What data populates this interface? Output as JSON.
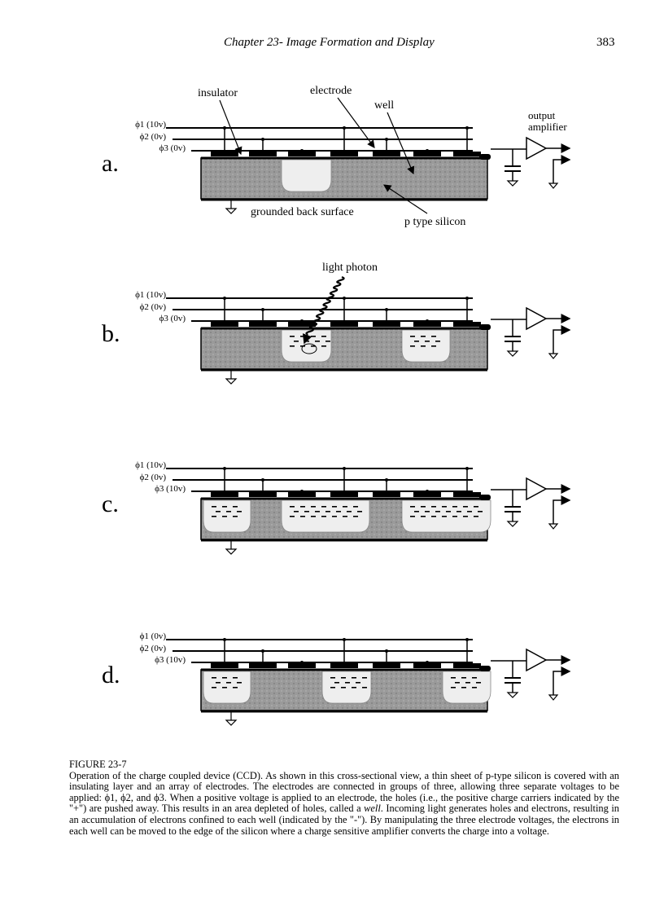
{
  "header": {
    "title": "Chapter 23- Image Formation and Display",
    "page_number": "383"
  },
  "labels": {
    "insulator": "insulator",
    "electrode": "electrode",
    "well": "well",
    "output1": "output",
    "output2": "amplifier",
    "grounded": "grounded back surface",
    "ptype": "p type silicon",
    "photon": "light photon"
  },
  "panels": [
    {
      "letter": "a.",
      "phi1": "ϕ1 (10v)",
      "phi2": "ϕ2 (0v)",
      "phi3": "ϕ3 (0v)"
    },
    {
      "letter": "b.",
      "phi1": "ϕ1 (10v)",
      "phi2": "ϕ2 (0v)",
      "phi3": "ϕ3 (0v)"
    },
    {
      "letter": "c.",
      "phi1": "ϕ1 (10v)",
      "phi2": "ϕ2 (0v)",
      "phi3": "ϕ3 (10v)"
    },
    {
      "letter": "d.",
      "phi1": "ϕ1 (0v)",
      "phi2": "ϕ2 (0v)",
      "phi3": "ϕ3 (10v)"
    }
  ],
  "caption": {
    "title": "FIGURE 23-7",
    "before_italic": "Operation of the charge coupled device (CCD).  As shown in this cross-sectional view, a thin sheet of p-type silicon is covered with an insulating layer and an array of electrodes.  The electrodes are connected in groups of three, allowing three separate voltages to be applied: ϕ1, ϕ2, and ϕ3.  When a positive voltage is applied to an electrode, the holes (i.e., the positive charge carriers indicated by the \"+\")  are pushed away.  This results in an area depleted of holes, called a",
    "italic": "well",
    "after_italic": ".  Incoming light generates holes and electrons, resulting in an accumulation of electrons confined to each well (indicated by the \"-\").  By manipulating the three electrode voltages, the electrons in each well can be moved to the edge of the silicon where a charge sensitive amplifier converts the charge into a voltage."
  }
}
